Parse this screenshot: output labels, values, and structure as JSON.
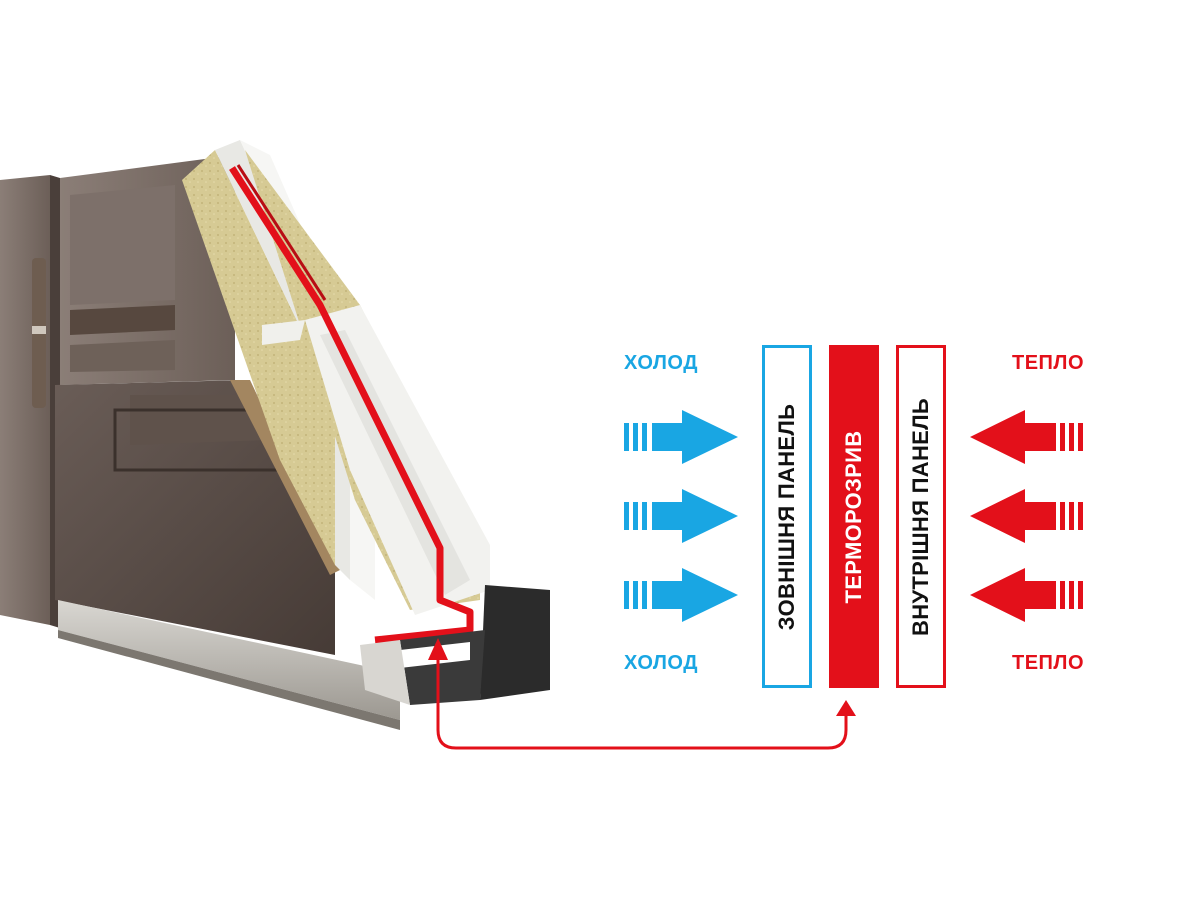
{
  "labels": {
    "cold_top": "ХОЛОД",
    "cold_bottom": "ХОЛОД",
    "warm_top": "ТЕПЛО",
    "warm_bottom": "ТЕПЛО"
  },
  "panels": {
    "outer": "ЗОВНІШНЯ ПАНЕЛЬ",
    "thermal_break": "ТЕРМОРОЗРИВ",
    "inner": "ВНУТРІШНЯ ПАНЕЛЬ"
  },
  "colors": {
    "cold": "#19a6e3",
    "warm": "#e3101a",
    "panel_text": "#111111",
    "door_dark": "#5b4f49",
    "insulation": "#d8cc98",
    "foam": "#f4f4f2"
  },
  "icons": {
    "cold_arrows": "arrow-right-icon",
    "warm_arrows": "arrow-left-icon",
    "connector": "curved-arrow-icon"
  }
}
